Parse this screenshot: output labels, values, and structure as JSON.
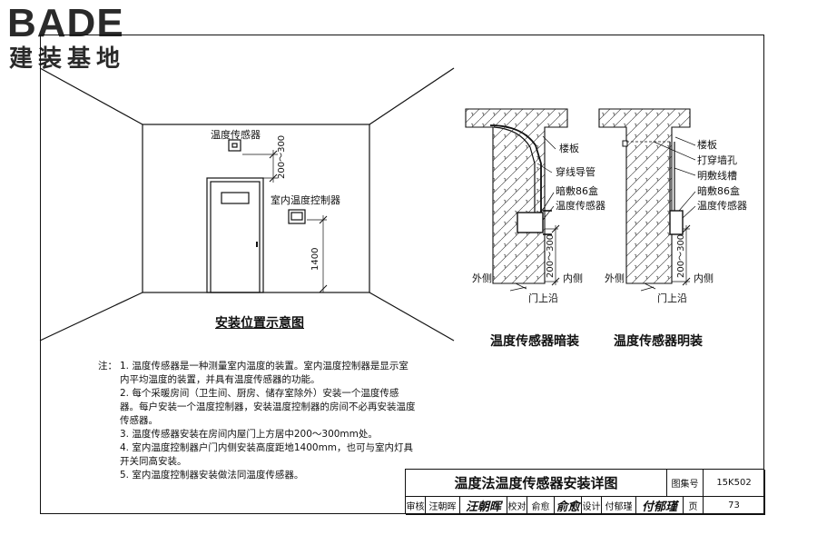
{
  "logo": {
    "brand": "BADE",
    "subtitle": "建装基地"
  },
  "room": {
    "sensor_label": "温度传感器",
    "controller_label": "室内温度控制器",
    "dim_sensor": "200～300",
    "dim_controller": "1400",
    "caption": "安装位置示意图"
  },
  "concealed": {
    "labels": [
      "楼板",
      "穿线导管",
      "暗敷86盒",
      "温度传感器"
    ],
    "dim": "200～300",
    "outside": "外侧",
    "inside": "内侧",
    "door_top": "门上沿",
    "caption": "温度传感器暗装"
  },
  "exposed": {
    "labels": [
      "楼板",
      "打穿墙孔",
      "明敷线槽",
      "暗敷86盒",
      "温度传感器"
    ],
    "dim": "200～300",
    "outside": "外侧",
    "inside": "内侧",
    "door_top": "门上沿",
    "caption": "温度传感器明装"
  },
  "notes": {
    "heading": "注：",
    "items": [
      "1. 温度传感器是一种测量室内温度的装置。室内温度控制器是显示室内平均温度的装置，并具有温度传感器的功能。",
      "2. 每个采暖房间（卫生间、厨房、储存室除外）安装一个温度传感器。每户安装一个温度控制器，安装温度控制器的房间不必再安装温度传感器。",
      "3. 温度传感器安装在房间内屋门上方居中200～300mm处。",
      "4. 室内温度控制器户门内侧安装高度距地1400mm，也可与室内灯具开关同高安装。",
      "5. 室内温度控制器安装做法同温度传感器。"
    ]
  },
  "title_block": {
    "title": "温度法温度传感器安装详图",
    "atlas_label": "图集号",
    "atlas_value": "15K502",
    "page_label": "页",
    "page_value": "73",
    "review_label": "审核",
    "review_name": "汪朝晖",
    "review_sig": "汪朝晖",
    "check_label": "校对",
    "check_name": "俞愈",
    "check_sig": "俞愈",
    "design_label": "设计",
    "design_name": "付郁瑾",
    "design_sig": "付郁瑾"
  }
}
